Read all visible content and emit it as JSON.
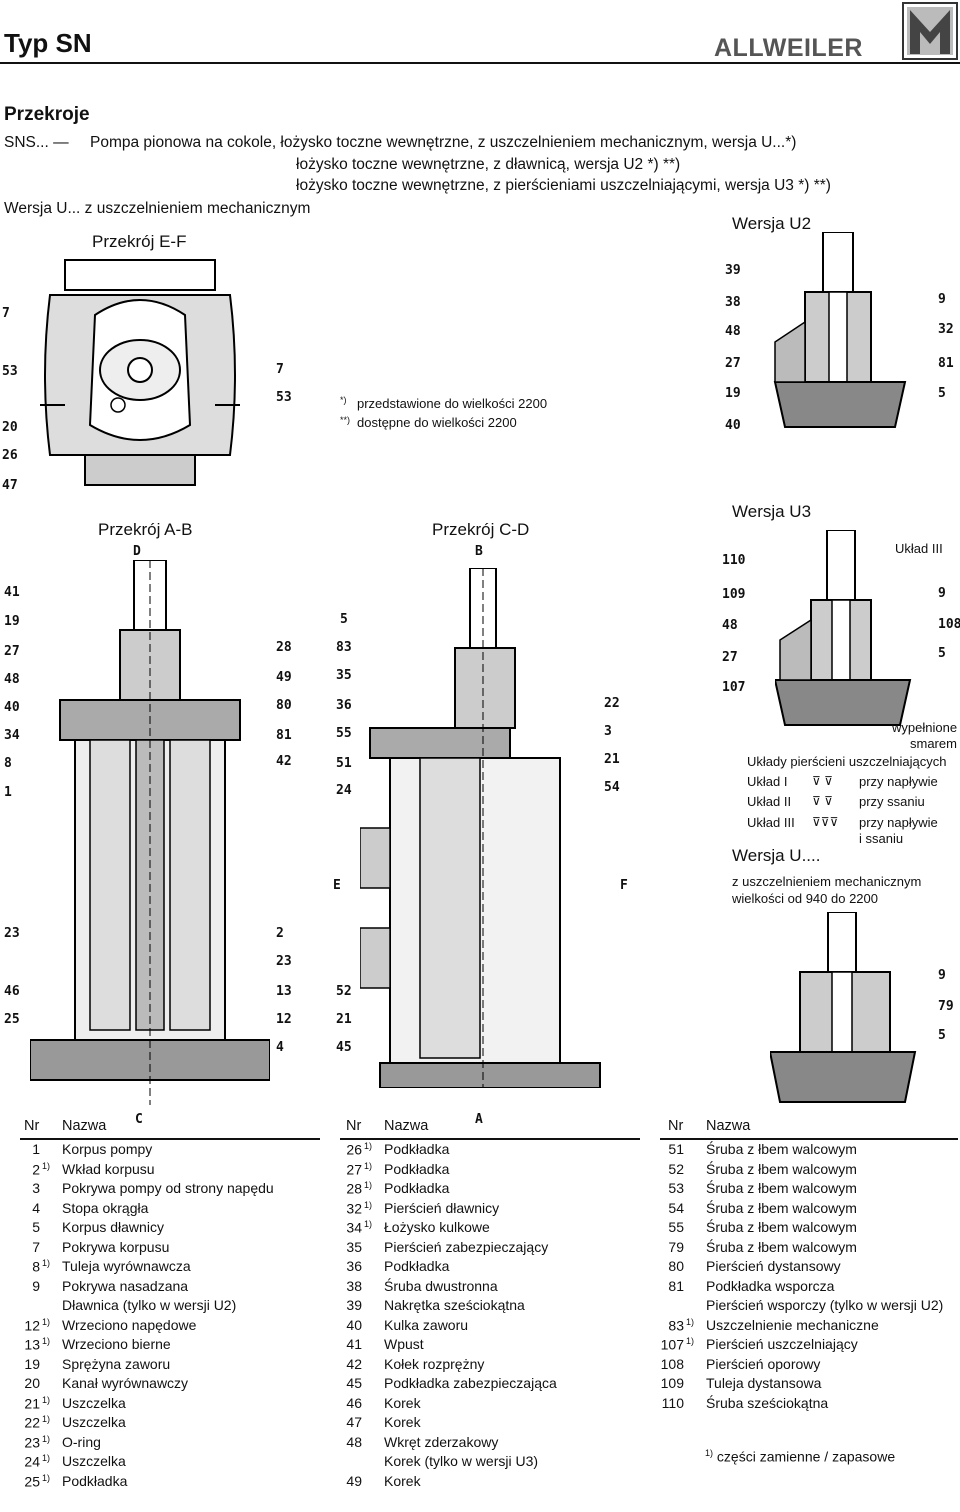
{
  "header": {
    "title": "Typ SN",
    "brand": "ALLWEILER"
  },
  "section": "Przekroje",
  "intro": {
    "prefix": "SNS... —",
    "line1": "Pompa pionowa na cokole, łożysko toczne wewnętrzne, z uszczelnieniem mechanicznym, wersja U...*)",
    "line2": "łożysko toczne wewnętrzne, z dławnicą, wersja U2 *) **)",
    "line3": "łożysko toczne wewnętrzne, z pierścieniami uszczelniającymi, wersja U3 *) **)",
    "version_line": "Wersja U... z uszczelnieniem mechanicznym"
  },
  "notes": {
    "star1": "*)",
    "n1": "przedstawione do wielkości 2200",
    "star2": "**)",
    "n2": "dostępne do wielkości 2200"
  },
  "drawings": {
    "ef": {
      "title": "Przekrój E-F",
      "labels_left": [
        "7",
        "53",
        "20",
        "26",
        "47"
      ],
      "labels_right": [
        "7",
        "53"
      ]
    },
    "u2": {
      "title": "Wersja U2",
      "labels_left": [
        "39",
        "38",
        "48",
        "27",
        "19",
        "40"
      ],
      "labels_right": [
        "9",
        "32",
        "81",
        "5"
      ]
    },
    "ab": {
      "title": "Przekrój A-B",
      "top": "D",
      "bottom": "C",
      "labels_left": [
        "41",
        "19",
        "27",
        "48",
        "40",
        "34",
        "8",
        "1",
        "23",
        "46",
        "25"
      ],
      "labels_right": [
        "28",
        "49",
        "80",
        "81",
        "42",
        "2",
        "23",
        "13",
        "12",
        "4"
      ]
    },
    "cd": {
      "title": "Przekrój C-D",
      "top": "B",
      "bottom": "A",
      "left_cut": "E",
      "right_cut": "F",
      "labels_left": [
        "5",
        "83",
        "35",
        "36",
        "55",
        "51",
        "24",
        "52",
        "21",
        "45"
      ],
      "labels_right": [
        "22",
        "3",
        "21",
        "54"
      ]
    },
    "u3": {
      "title": "Wersja U3",
      "uklad": "Układ III",
      "labels_left": [
        "110",
        "109",
        "48",
        "27",
        "107"
      ],
      "labels_right": [
        "9",
        "108",
        "5"
      ]
    },
    "legend": {
      "filled": "wypełnione",
      "grease": "smarem",
      "head": "Układy pierścieni uszczelniających",
      "rows": [
        {
          "name": "Układ I",
          "desc": "przy napływie"
        },
        {
          "name": "Układ II",
          "desc": "przy ssaniu"
        },
        {
          "name": "Układ III",
          "desc": "przy napływie",
          "desc2": "i ssaniu"
        }
      ]
    },
    "uv": {
      "title": "Wersja U....",
      "sub1": "z uszczelnieniem mechanicznym",
      "sub2": "wielkości od 940 do 2200",
      "labels_right": [
        "9",
        "79",
        "5"
      ]
    }
  },
  "parts": {
    "col_nr": "Nr",
    "col_name": "Nazwa",
    "col1": [
      {
        "nr": "1",
        "sup": "",
        "name": "Korpus pompy"
      },
      {
        "nr": "2",
        "sup": "1)",
        "name": "Wkład korpusu"
      },
      {
        "nr": "3",
        "sup": "",
        "name": "Pokrywa pompy od strony napędu"
      },
      {
        "nr": "4",
        "sup": "",
        "name": "Stopa okrągła"
      },
      {
        "nr": "5",
        "sup": "",
        "name": "Korpus dławnicy"
      },
      {
        "nr": "7",
        "sup": "",
        "name": "Pokrywa korpusu"
      },
      {
        "nr": "8",
        "sup": "1)",
        "name": "Tuleja wyrównawcza"
      },
      {
        "nr": "9",
        "sup": "",
        "name": "Pokrywa nasadzana"
      },
      {
        "nr": "",
        "sup": "",
        "name": "Dławnica (tylko w wersji U2)"
      },
      {
        "nr": "12",
        "sup": "1)",
        "name": "Wrzeciono napędowe"
      },
      {
        "nr": "13",
        "sup": "1)",
        "name": "Wrzeciono bierne"
      },
      {
        "nr": "19",
        "sup": "",
        "name": "Sprężyna zaworu"
      },
      {
        "nr": "20",
        "sup": "",
        "name": "Kanał wyrównawczy"
      },
      {
        "nr": "21",
        "sup": "1)",
        "name": "Uszczelka"
      },
      {
        "nr": "22",
        "sup": "1)",
        "name": "Uszczelka"
      },
      {
        "nr": "23",
        "sup": "1)",
        "name": "O-ring"
      },
      {
        "nr": "24",
        "sup": "1)",
        "name": "Uszczelka"
      },
      {
        "nr": "25",
        "sup": "1)",
        "name": "Podkładka"
      }
    ],
    "col2": [
      {
        "nr": "26",
        "sup": "1)",
        "name": "Podkładka"
      },
      {
        "nr": "27",
        "sup": "1)",
        "name": "Podkładka"
      },
      {
        "nr": "28",
        "sup": "1)",
        "name": "Podkładka"
      },
      {
        "nr": "32",
        "sup": "1)",
        "name": "Pierścień dławnicy"
      },
      {
        "nr": "34",
        "sup": "1)",
        "name": "Łożysko kulkowe"
      },
      {
        "nr": "35",
        "sup": "",
        "name": "Pierścień zabezpieczający"
      },
      {
        "nr": "36",
        "sup": "",
        "name": "Podkładka"
      },
      {
        "nr": "38",
        "sup": "",
        "name": "Śruba dwustronna"
      },
      {
        "nr": "39",
        "sup": "",
        "name": "Nakrętka sześciokątna"
      },
      {
        "nr": "40",
        "sup": "",
        "name": "Kulka zaworu"
      },
      {
        "nr": "41",
        "sup": "",
        "name": "Wpust"
      },
      {
        "nr": "42",
        "sup": "",
        "name": "Kołek rozprężny"
      },
      {
        "nr": "45",
        "sup": "",
        "name": "Podkładka zabezpieczająca"
      },
      {
        "nr": "46",
        "sup": "",
        "name": "Korek"
      },
      {
        "nr": "47",
        "sup": "",
        "name": "Korek"
      },
      {
        "nr": "48",
        "sup": "",
        "name": "Wkręt zderzakowy"
      },
      {
        "nr": "",
        "sup": "",
        "name": "Korek (tylko w wersji U3)"
      },
      {
        "nr": "49",
        "sup": "",
        "name": "Korek"
      }
    ],
    "col3": [
      {
        "nr": "51",
        "sup": "",
        "name": "Śruba z łbem walcowym"
      },
      {
        "nr": "52",
        "sup": "",
        "name": "Śruba z łbem walcowym"
      },
      {
        "nr": "53",
        "sup": "",
        "name": "Śruba z łbem walcowym"
      },
      {
        "nr": "54",
        "sup": "",
        "name": "Śruba z łbem walcowym"
      },
      {
        "nr": "55",
        "sup": "",
        "name": "Śruba z łbem walcowym"
      },
      {
        "nr": "79",
        "sup": "",
        "name": "Śruba z łbem walcowym"
      },
      {
        "nr": "80",
        "sup": "",
        "name": "Pierścień dystansowy"
      },
      {
        "nr": "81",
        "sup": "",
        "name": "Podkładka wsporcza"
      },
      {
        "nr": "",
        "sup": "",
        "name": "Pierścień wsporczy (tylko w wersji U2)"
      },
      {
        "nr": "83",
        "sup": "1)",
        "name": "Uszczelnienie mechaniczne"
      },
      {
        "nr": "107",
        "sup": "1)",
        "name": "Pierścień uszczelniający"
      },
      {
        "nr": "108",
        "sup": "",
        "name": "Pierścień oporowy"
      },
      {
        "nr": "109",
        "sup": "",
        "name": "Tuleja dystansowa"
      },
      {
        "nr": "110",
        "sup": "",
        "name": "Śruba sześciokątna"
      }
    ],
    "footnote_sup": "1)",
    "footnote": "części zamienne / zapasowe"
  }
}
